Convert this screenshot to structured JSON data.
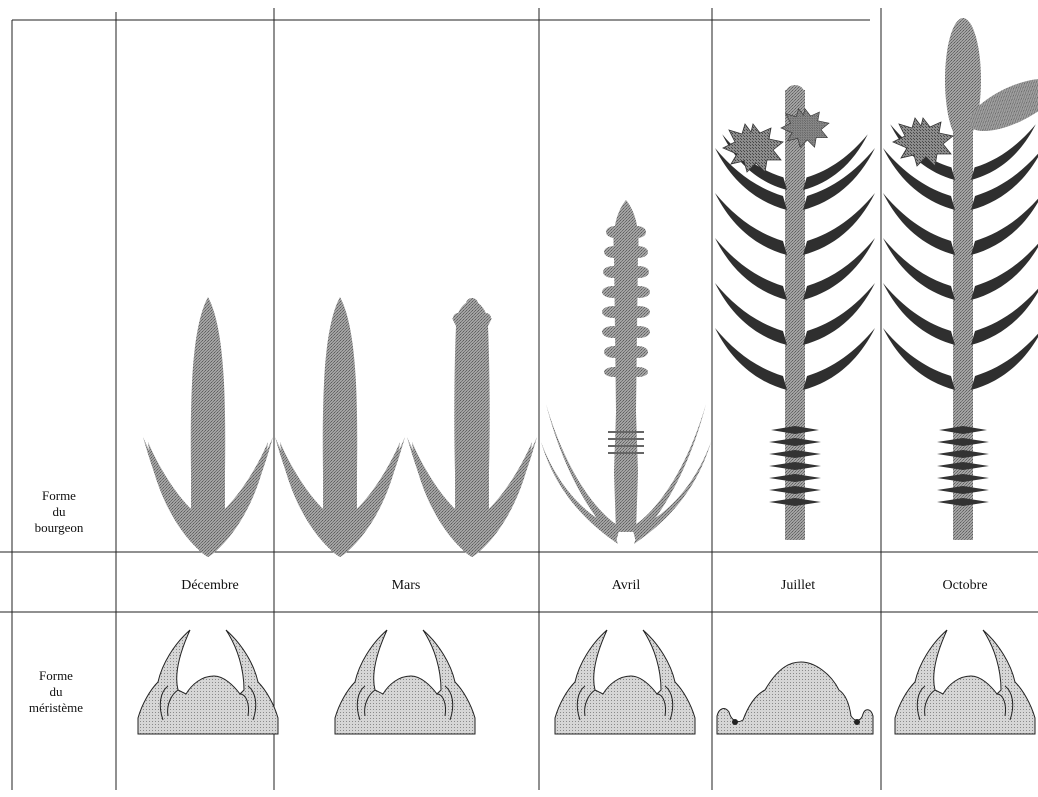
{
  "row_labels": {
    "bud": [
      "Forme",
      "du",
      "bourgeon"
    ],
    "meristem": [
      "Forme",
      "du",
      "méristème"
    ]
  },
  "months": [
    "Décembre",
    "Mars",
    "Avril",
    "Juillet",
    "Octobre"
  ],
  "colors": {
    "line": "#222222",
    "shoot_fill": "#9a9a9a",
    "shoot_stipple": "#6a6a6a",
    "needle_fill": "#2e2e2e",
    "meristem_fill": "#cfcfcf"
  }
}
